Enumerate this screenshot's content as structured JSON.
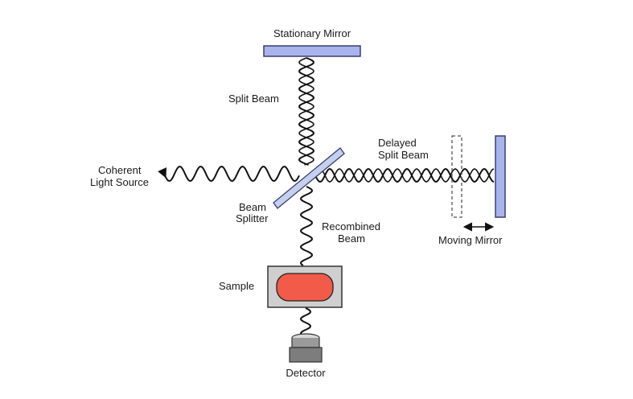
{
  "labels": {
    "stationary_mirror": "Stationary Mirror",
    "split_beam": "Split Beam",
    "coherent_line1": "Coherent",
    "coherent_line2": "Light Source",
    "delayed_line1": "Delayed",
    "delayed_line2": "Split Beam",
    "beam_line1": "Beam",
    "splitter_line2": "Splitter",
    "recombined_line1": "Recombined",
    "recombined_line2": "Beam",
    "moving_mirror": "Moving Mirror",
    "sample": "Sample",
    "detector": "Detector"
  },
  "colors": {
    "mirror_fill": "#aab4ec",
    "mirror_stroke": "#3a3f6e",
    "splitter_fill": "#c4d0ee",
    "sample_holder": "#cfcfcf",
    "sample_fill": "#f25a4a",
    "detector_body": "#888888",
    "wave": "#111111"
  },
  "icons": {
    "arrow": "double-headed-arrow"
  }
}
